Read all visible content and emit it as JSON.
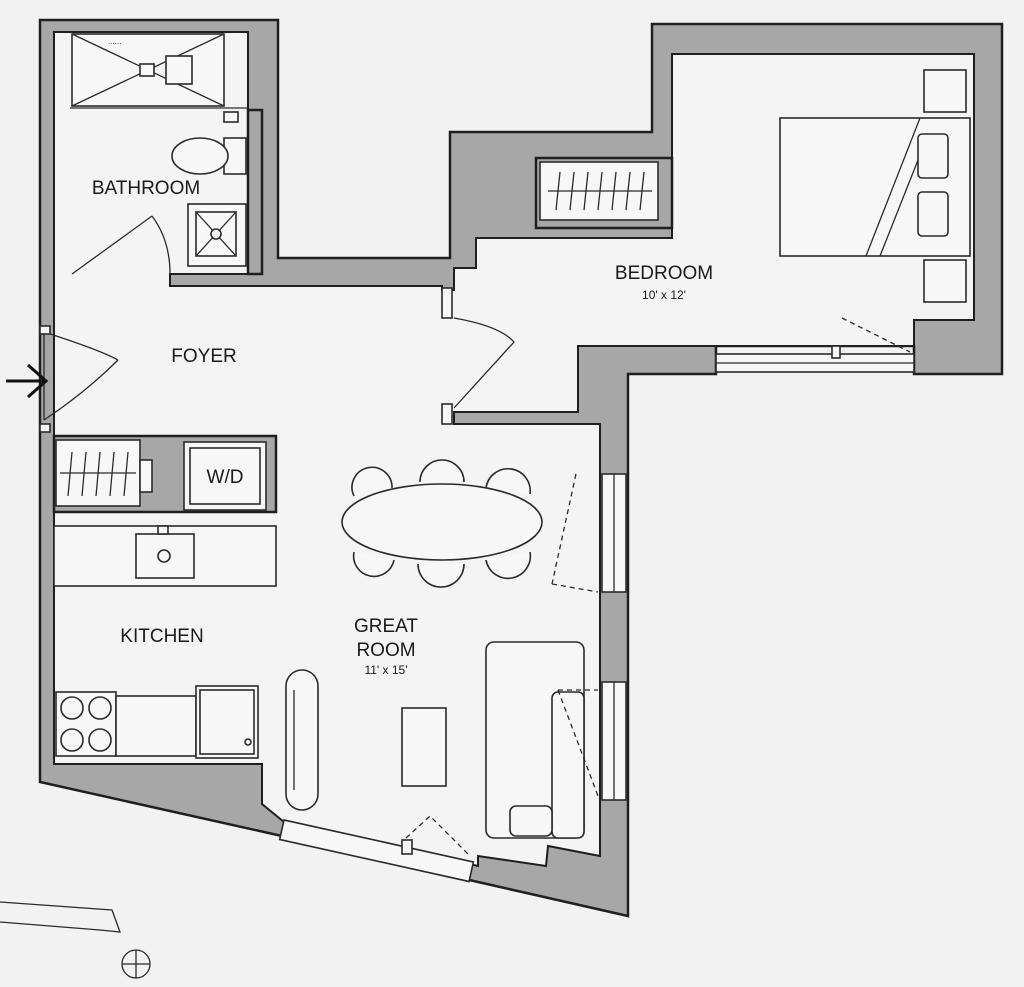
{
  "rooms": {
    "bathroom": {
      "label": "BATHROOM"
    },
    "foyer": {
      "label": "FOYER"
    },
    "bedroom": {
      "label": "BEDROOM",
      "dimensions": "10' x 12'"
    },
    "kitchen": {
      "label": "KITCHEN"
    },
    "great_room": {
      "label_line1": "GREAT",
      "label_line2": "ROOM",
      "dimensions": "11' x 15'"
    }
  },
  "fixtures": {
    "washer_dryer": {
      "label": "W/D"
    }
  },
  "icons": {
    "entry": "arrow-right-icon",
    "north": "compass-crosshair-icon"
  },
  "colors": {
    "wall_fill": "#a7a7a7",
    "floor": "#f4f4f4",
    "line": "#1f1f1f",
    "background": "#f2f2f2"
  }
}
